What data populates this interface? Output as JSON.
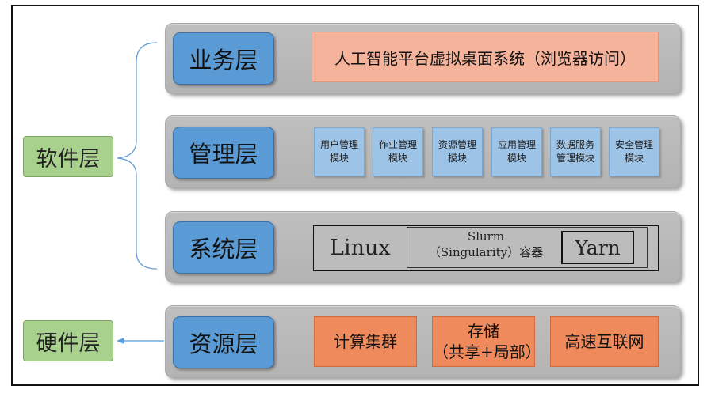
{
  "side_labels": {
    "software": "软件层",
    "hardware": "硬件层"
  },
  "layers": {
    "business": {
      "label": "业务层",
      "app": "人工智能平台虚拟桌面系统（浏览器访问）"
    },
    "management": {
      "label": "管理层",
      "modules": [
        "用户管理\n模块",
        "作业管理\n模块",
        "资源管理\n模块",
        "应用管理\n模块",
        "数据服务\n管理模块",
        "安全管理\n模块"
      ]
    },
    "system": {
      "label": "系统层",
      "linux": "Linux",
      "slurm": "Slurm\n（Singularity）容器",
      "yarn": "Yarn"
    },
    "resource": {
      "label": "资源层",
      "items": [
        "计算集群",
        "存储\n（共享+局部）",
        "高速互联网"
      ]
    }
  },
  "colors": {
    "layer_label": "#5b9bd5",
    "side_label": "#a9d18e",
    "app": "#f4b39a",
    "module": "#9dc3e6",
    "resource": "#ef8a5d",
    "band": "#bfbfbf",
    "connector": "#5b9bd5"
  }
}
